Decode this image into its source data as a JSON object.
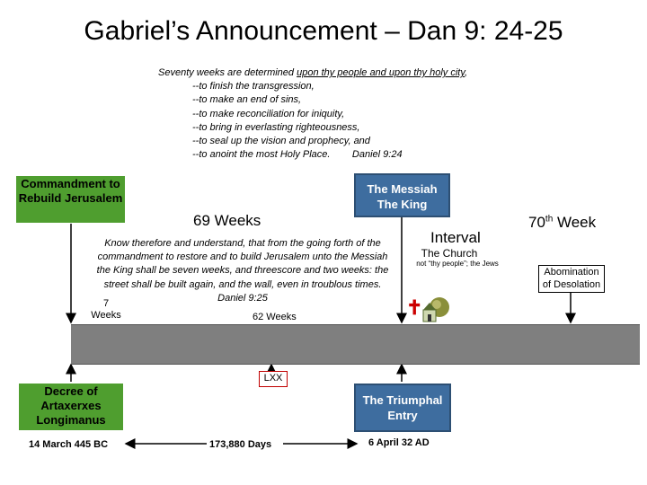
{
  "title": "Gabriel’s Announcement – Dan 9: 24-25",
  "quote": {
    "line1_pre": "Seventy weeks are determined ",
    "line1_ul": "upon thy people and upon thy holy city",
    "line1_post": ",",
    "items": [
      "--to finish the transgression,",
      "--to make an end of sins,",
      "--to make reconciliation for iniquity,",
      "--to bring in everlasting righteousness,",
      "--to seal up the vision and prophecy, and",
      "--to anoint the most Holy Place.        Daniel 9:24"
    ]
  },
  "boxes": {
    "commandment": "Commandment to Rebuild Jerusalem",
    "messiah": "The Messiah The King",
    "decree": "Decree of Artaxerxes Longimanus",
    "triumphal": "The Triumphal Entry",
    "lxx": "LXX",
    "abomination": "Abomination of Desolation"
  },
  "labels": {
    "weeks69": "69 Weeks",
    "interval": "Interval",
    "week70_pre": "70",
    "week70_sup": "th",
    "week70_post": " Week",
    "church": "The Church",
    "church_note": "not “thy people”; the Jews",
    "seven_weeks_num": "7",
    "seven_weeks_word": "Weeks",
    "sixtytwo_weeks": "62 Weeks",
    "date_start": "14 March 445 BC",
    "days": "173,880 Days",
    "date_end": "6 April 32 AD"
  },
  "dan925": [
    "Know therefore and understand, that from the going forth of the",
    "commandment  to restore and to build Jerusalem  unto the Messiah",
    "the King  shall be seven weeks, and threescore and two weeks:  the",
    "street shall be built again, and the wall, even in troublous times.",
    "Daniel 9:25"
  ],
  "icons": [
    "cross-icon",
    "church-icon"
  ],
  "colors": {
    "green": "#4f9e2f",
    "blue": "#3e6d9f",
    "timeline": "#7f7f7f",
    "cross": "#cc0000"
  }
}
